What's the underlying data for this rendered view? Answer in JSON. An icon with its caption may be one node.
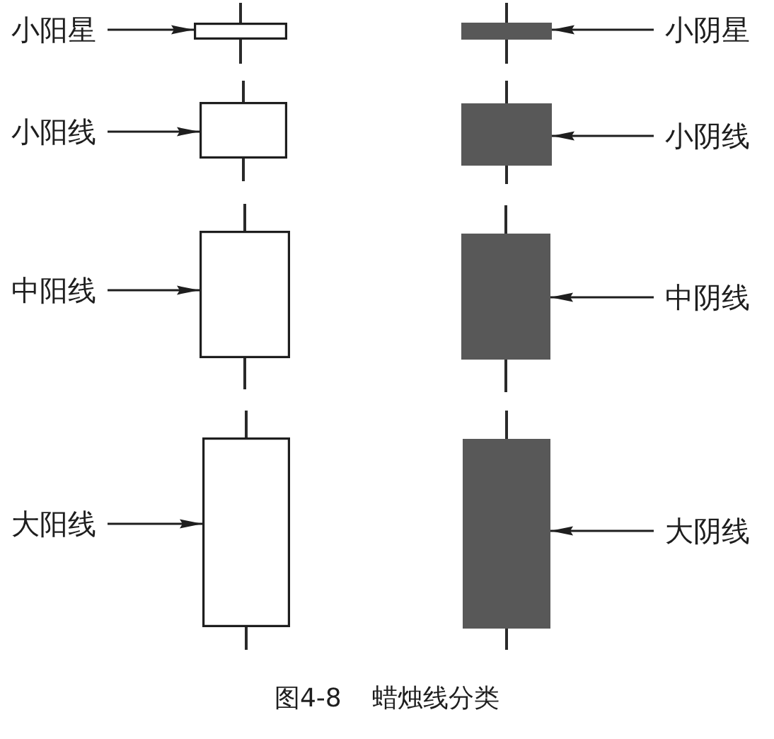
{
  "diagram": {
    "caption": "图4-8 蜡烛线分类",
    "nodes": [
      {
        "text": [
          "小阳星"
        ]
      },
      {
        "text": [],
        "shape": "candlestick"
      },
      {
        "text": [],
        "shape": "candlestick"
      },
      {
        "text": [
          "小阴星"
        ]
      },
      {
        "text": [
          "小阳线"
        ]
      },
      {
        "text": [],
        "shape": "candlestick"
      },
      {
        "text": [],
        "shape": "candlestick"
      },
      {
        "text": [
          "小阴线"
        ]
      },
      {
        "text": [
          "中阳线"
        ]
      },
      {
        "text": [],
        "shape": "candlestick"
      },
      {
        "text": [],
        "shape": "candlestick"
      },
      {
        "text": [
          "中阴线"
        ]
      },
      {
        "text": [
          "大阳线"
        ]
      },
      {
        "text": [],
        "shape": "candlestick"
      },
      {
        "text": [],
        "shape": "candlestick"
      },
      {
        "text": [
          "大阴线"
        ]
      }
    ],
    "edges": [
      {
        "from": 0,
        "to": 1,
        "arrow": "to"
      },
      {
        "from": 3,
        "to": 2,
        "arrow": "to"
      },
      {
        "from": 4,
        "to": 5,
        "arrow": "to"
      },
      {
        "from": 7,
        "to": 6,
        "arrow": "to"
      },
      {
        "from": 8,
        "to": 9,
        "arrow": "to"
      },
      {
        "from": 11,
        "to": 10,
        "arrow": "to"
      },
      {
        "from": 12,
        "to": 13,
        "arrow": "to"
      },
      {
        "from": 15,
        "to": 14,
        "arrow": "to"
      }
    ]
  }
}
